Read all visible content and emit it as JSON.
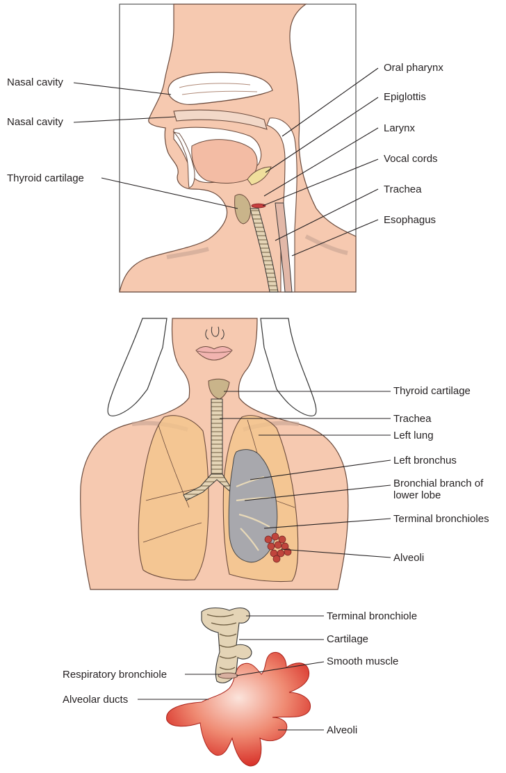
{
  "head_section": {
    "labels_left": [
      "Nasal cavity",
      "Nasal cavity",
      "Thyroid cartilage"
    ],
    "labels_right": [
      "Oral pharynx",
      "Epiglottis",
      "Larynx",
      "Vocal cords",
      "Trachea",
      "Esophagus"
    ]
  },
  "torso_section": {
    "labels": [
      "Thyroid cartilage",
      "Trachea",
      "Left lung",
      "Left bronchus",
      "Bronchial branch of lower lobe",
      "Terminal bronchioles",
      "Alveoli"
    ]
  },
  "alveoli_section": {
    "labels_right": [
      "Terminal bronchiole",
      "Cartilage",
      "Smooth muscle",
      "Alveoli"
    ],
    "labels_left": [
      "Respiratory bronchiole",
      "Alveolar ducts"
    ]
  },
  "colors": {
    "skin": "#f6c9b0",
    "skin_outline": "#6a4a3c",
    "cartilage": "#c9b48a",
    "lung": "#f3c48a",
    "bronchi": "#a8a8ad",
    "alveoli": "#d8322a",
    "leader_line": "#231f20"
  }
}
